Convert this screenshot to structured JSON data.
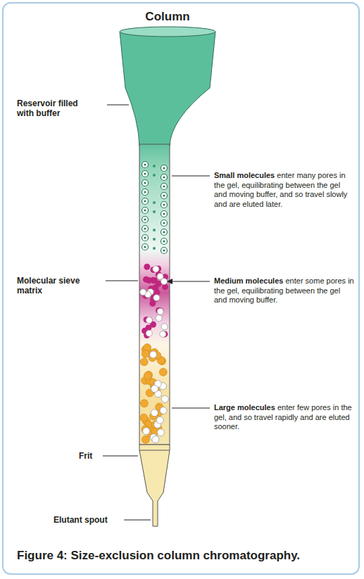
{
  "diagram": {
    "title": "Column",
    "caption": "Figure 4: Size-exclusion column chromatography.",
    "labels": [
      "Reservoir filled with buffer",
      "Small molecules",
      "enter many pores in the gel, equilibrating between the gel and moving buffer, and so travel slowly and are eluted later.",
      "Molecular sieve matrix",
      "Medium molecules",
      "enter some pores in the gel, equilibrating between the gel and moving buffer.",
      "Large molecules",
      "enter few pores in the gel, and so travel rapidly and are eluted sooner.",
      "Frit",
      "Elutant spout"
    ]
  }
}
